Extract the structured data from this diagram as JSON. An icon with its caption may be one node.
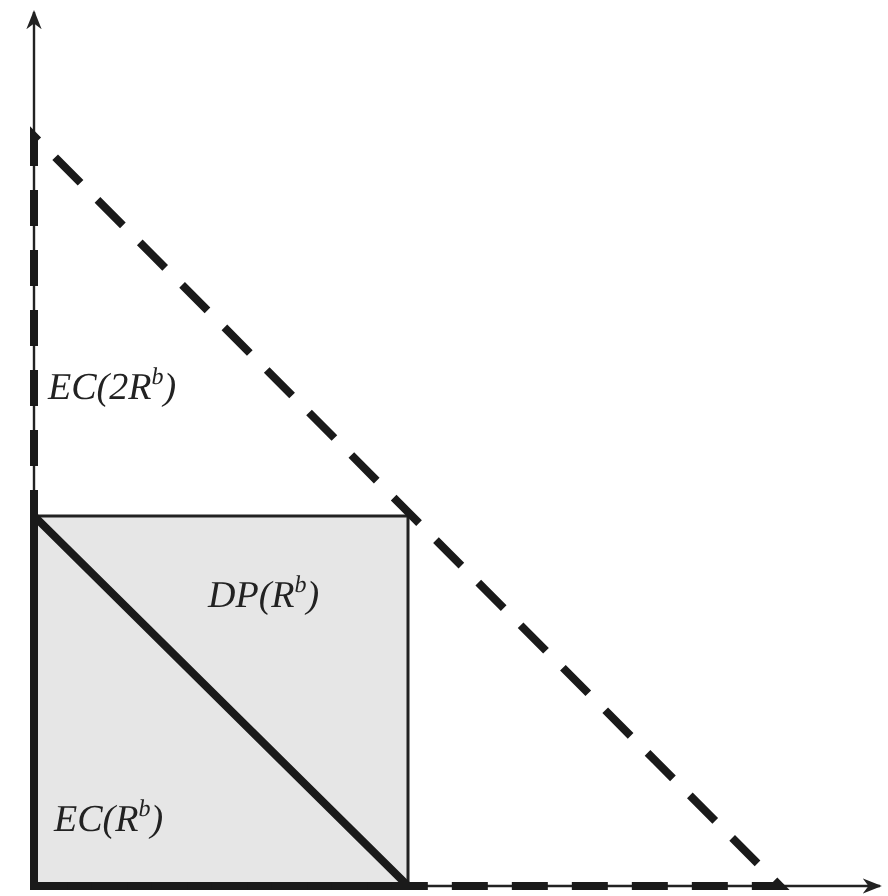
{
  "diagram": {
    "labels": [
      "EC(2R$^{b}$)",
      "DP(R$^{b}$)",
      "EC(R$^{b}$)"
    ]
  }
}
